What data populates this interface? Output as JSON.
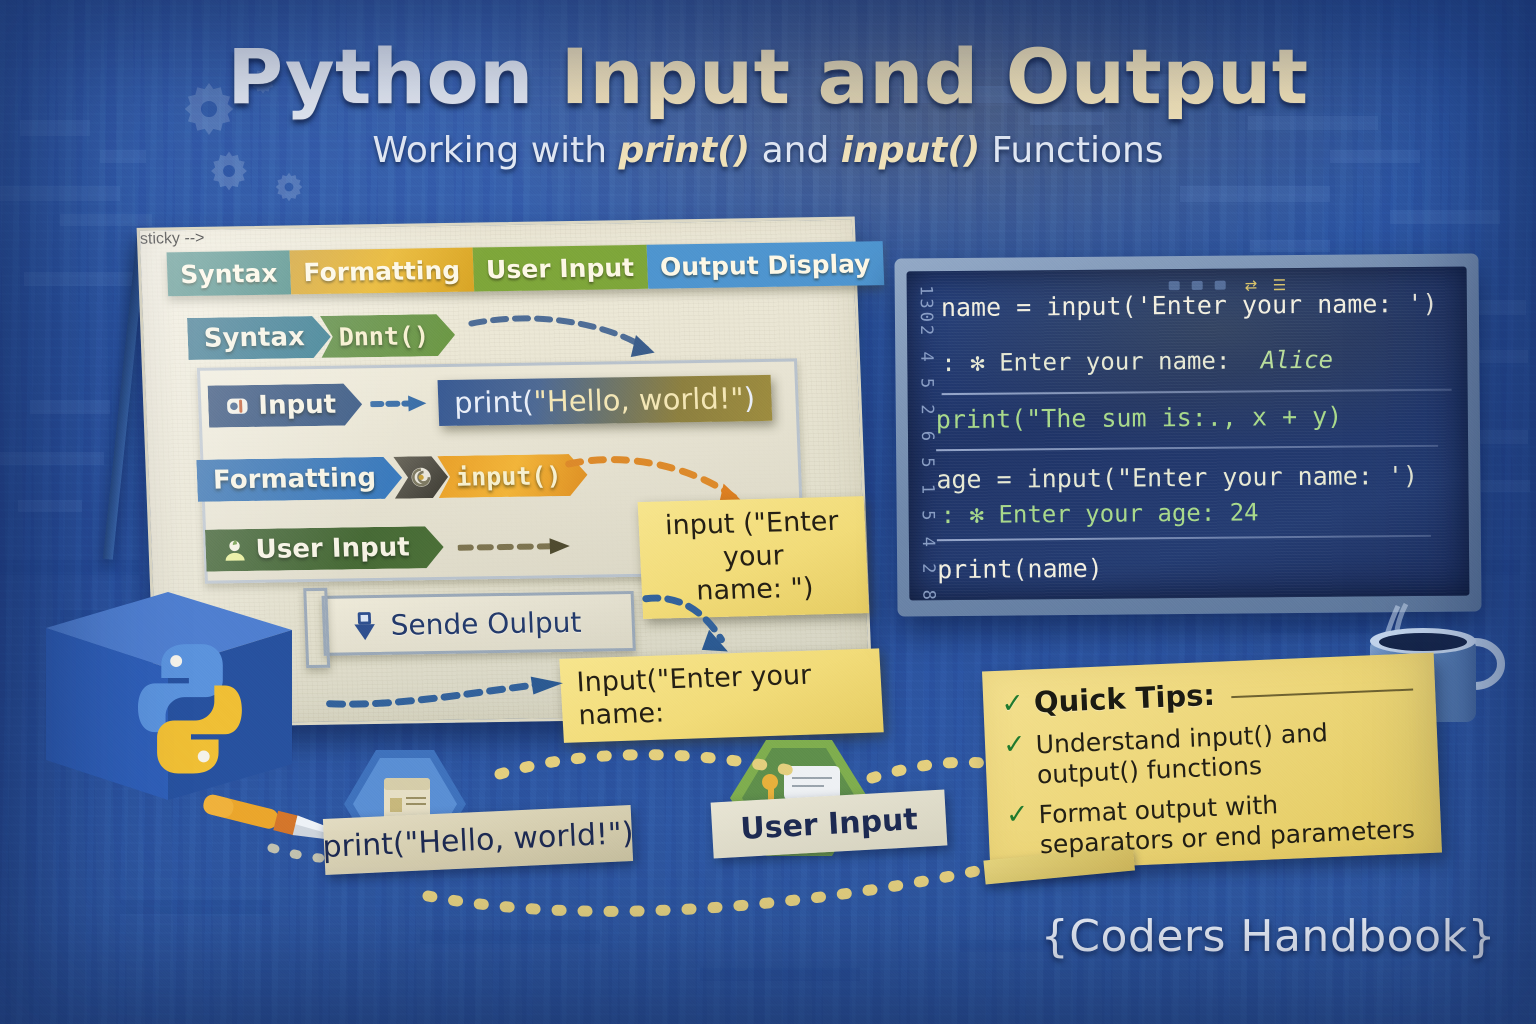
{
  "title": {
    "word1": "Python",
    "word2": "Input",
    "word3": "and",
    "word4": "Output",
    "subtitle_pre": "Working with ",
    "subtitle_em1": "print()",
    "subtitle_mid": " and ",
    "subtitle_em2": "input()",
    "subtitle_post": " Functions"
  },
  "board": {
    "tabs": [
      {
        "label": "Syntax",
        "color": "#4a8a84"
      },
      {
        "label": "Formatting",
        "color": "#e2a827"
      },
      {
        "label": "User Input",
        "color": "#7ea63a"
      },
      {
        "label": "Output Display",
        "color": "#4e95cf"
      }
    ],
    "rows": {
      "syntax": {
        "pennant": "Syntax",
        "chip": "Dnnt()"
      },
      "input": {
        "pennant": "Input",
        "icon": "chip-icon",
        "code": "print(\"Hello, world!\")",
        "code_fn": "print(",
        "code_str": "\"Hello, world!\"",
        "code_end": ")"
      },
      "formatting": {
        "pennant": "Formatting",
        "icon": "swirl-icon",
        "chip": "input()"
      },
      "userinput": {
        "pennant": "User Input",
        "icon": "user-icon",
        "note_l1": "input (\"Enter your",
        "note_l2": "name: \")"
      },
      "send": {
        "label": "Sende Oulput",
        "icon": "download-icon",
        "note": "Input(\"Enter your name:"
      }
    }
  },
  "monitor": {
    "gutter": "1302 4 5 2 6 5 1 5 4 2 8",
    "lines": [
      {
        "text": "name = input('Enter your name: ')",
        "style": "white"
      },
      {
        "text": ": ✻ Enter your name:",
        "value": "Alice",
        "style": "prompt"
      },
      {
        "text": "print(\"The sum is:., x + y)",
        "style": "green"
      },
      {
        "text": "age = input(\"Enter your name: ')",
        "style": "pale"
      },
      {
        "text": ": ✻ Enter your age: 24",
        "style": "green"
      },
      {
        "text": "print(name)",
        "style": "white"
      }
    ]
  },
  "tips": {
    "heading": "Quick Tips:",
    "items": [
      "Understand input() and output() functions",
      "Format output with separators or end parameters"
    ]
  },
  "bottom": {
    "label_left": "print(\"Hello, world!\")",
    "label_right": "User Input"
  },
  "watermark": "{Coders Handbook}",
  "colors": {
    "background": "#2d55a1",
    "board": "#eae6d4",
    "sticky": "#f2dc79",
    "accent_green": "#1f7a2e",
    "screen": "#213a70",
    "python_blue": "#3776ab",
    "python_yellow": "#f0bf35"
  }
}
